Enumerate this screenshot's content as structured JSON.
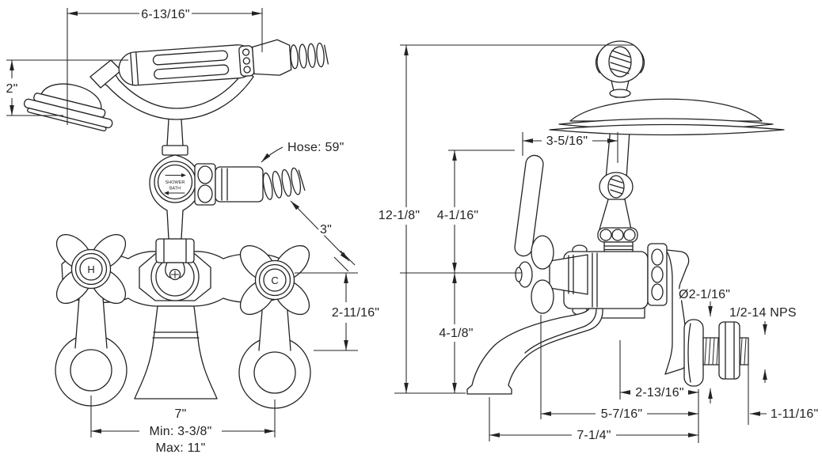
{
  "page": {
    "background": "#ffffff",
    "line_color": "#232323",
    "description": "Tub faucet with hand shower - dimensional drawing, front and side views"
  },
  "views": {
    "front": {
      "dims": {
        "handset_width": "6-13/16\"",
        "head_height": "2\"",
        "hose_length": "Hose: 59\"",
        "handle_diameter": "3\"",
        "handle_to_outlet": "2-11/16\"",
        "centers": "7\"",
        "centers_min": "Min: 3-3/8\"",
        "centers_max": "Max: 11\""
      },
      "markings": {
        "hot": "H",
        "cold": "C",
        "diverter_line1": "SHOWER",
        "diverter_line2": "BATH"
      }
    },
    "side": {
      "dims": {
        "overall_height": "12-1/8\"",
        "cradle_to_handle": "4-1/16\"",
        "cradle_reach": "3-5/16\"",
        "handle_to_base": "4-1/8\"",
        "flange_diameter": "Ø2-1/16\"",
        "thread_spec": "1/2-14 NPS",
        "wall_to_body": "2-13/16\"",
        "wall_to_handle": "5-7/16\"",
        "wall_to_spout": "7-1/4\"",
        "nipple_length": "1-11/16\""
      }
    }
  }
}
